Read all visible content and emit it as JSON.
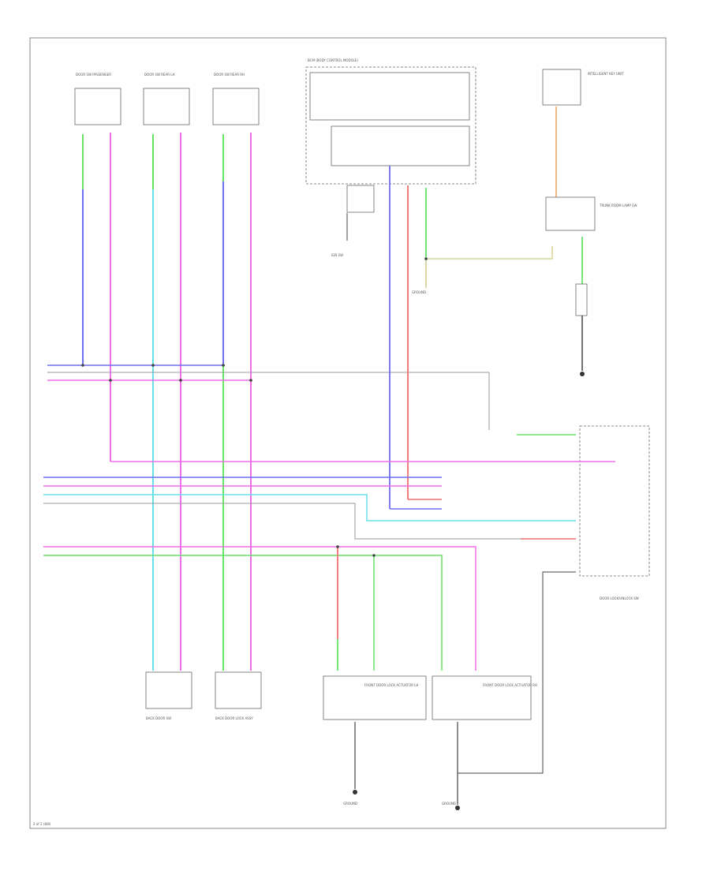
{
  "diagram": {
    "corner_label": "2 of 2 (8/8)",
    "components": {
      "door_sw_left": "DOOR SW PASSENGER",
      "door_sw_mid": "DOOR SW REAR LH",
      "door_sw_right": "DOOR SW REAR RH",
      "bcm": "BCM (BODY CONTROL MODULE)",
      "ignition": "IGN SW",
      "intelligent_key": "INTELLIGENT KEY UNIT",
      "trunk_switch": "TRUNK ROOM LAMP SW",
      "back_door_sw_left": "BACK DOOR SW",
      "back_door_sw_right": "BACK DOOR LOCK ASSY",
      "front_door_lock_lh": "FRONT DOOR LOCK ACTUATOR LH",
      "front_door_lock_rh": "FRONT DOOR LOCK ACTUATOR RH",
      "door_lock_ctrl": "DOOR LOCK/UNLOCK SW",
      "ground_left": "GROUND",
      "ground_mid": "GROUND",
      "ground_right": "GROUND"
    },
    "wire_colors": {
      "blue": "#6f6ff2",
      "cyan": "#66e0e8",
      "pink": "#ef6ee8",
      "green": "#66e466",
      "red": "#ef6f6f",
      "orange": "#f2b27a",
      "tan": "#d9d49a",
      "gray": "#9a9a9a",
      "black": "#444444"
    }
  }
}
